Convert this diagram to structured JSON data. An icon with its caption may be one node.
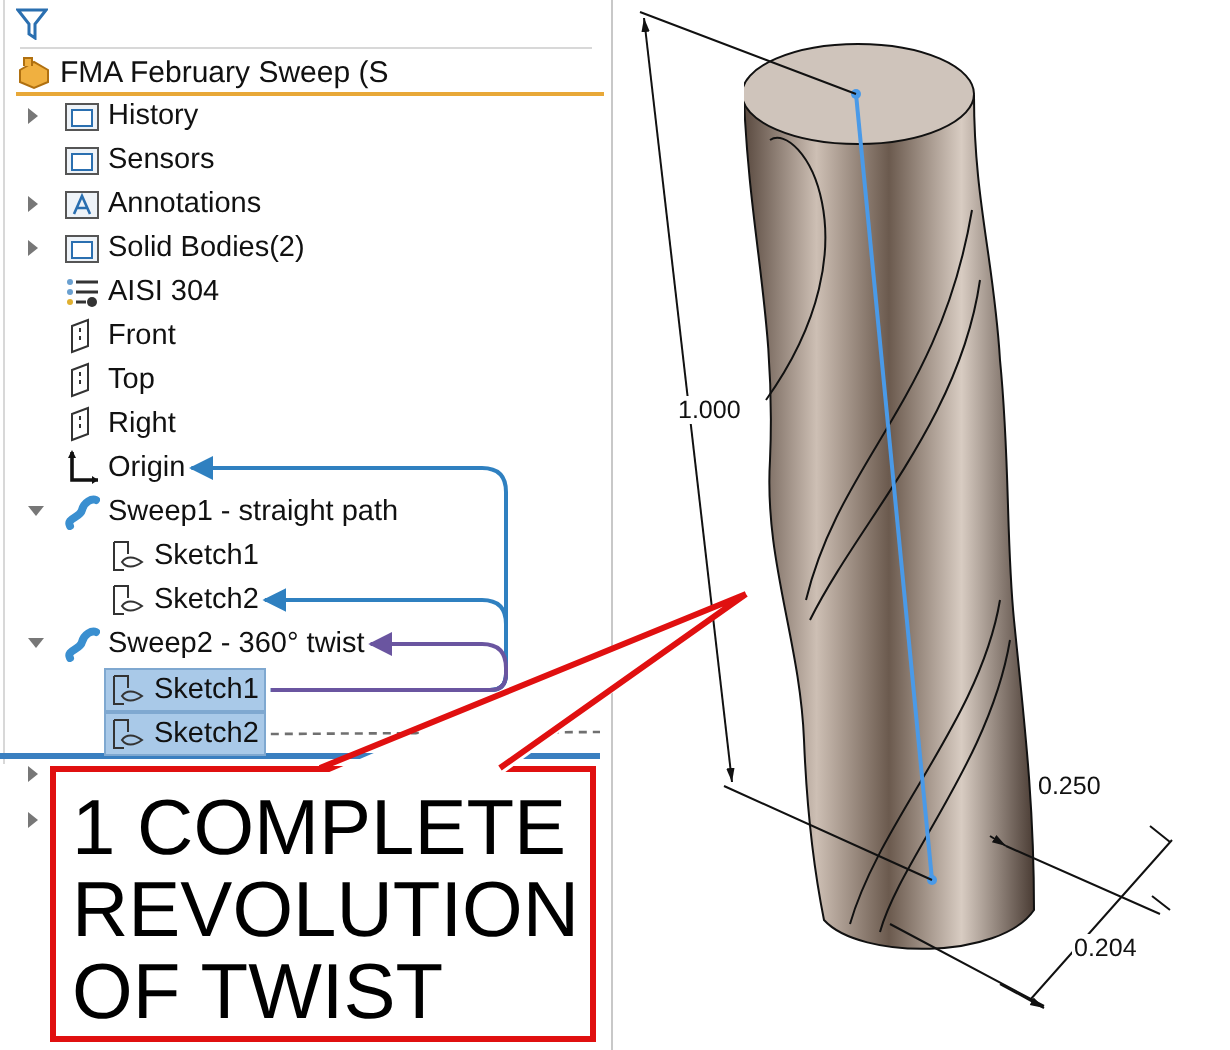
{
  "diagram": {
    "nodes": [
      {
        "text": [
          "FMA February Sweep (S"
        ]
      },
      {
        "text": [
          "History"
        ]
      },
      {
        "text": [
          "Sensors"
        ]
      },
      {
        "text": [
          "Annotations"
        ]
      },
      {
        "text": [
          "Solid Bodies(2)"
        ]
      },
      {
        "text": [
          "AISI 304"
        ]
      },
      {
        "text": [
          "Front"
        ]
      },
      {
        "text": [
          "Top"
        ]
      },
      {
        "text": [
          "Right"
        ]
      },
      {
        "text": [
          "Origin"
        ]
      },
      {
        "text": [
          "Sweep1 - straight path"
        ]
      },
      {
        "text": [
          "Sketch1"
        ]
      },
      {
        "text": [
          "Sketch2"
        ]
      },
      {
        "text": [
          "Sweep2 - 360° twist"
        ]
      },
      {
        "text": [
          "Sketch1"
        ]
      },
      {
        "text": [
          "Sketch2"
        ]
      },
      {
        "text": [
          "1 COMPLETE REVOLUTION OF TWIST"
        ]
      },
      {
        "text": [],
        "shape": "picture",
        "beside": [
          "1.000",
          "0.250",
          "0.204"
        ]
      }
    ],
    "edges": [
      {
        "from": 14,
        "to": 9,
        "arrow": "to"
      },
      {
        "from": 14,
        "to": 12,
        "arrow": "to"
      },
      {
        "from": 14,
        "to": 13,
        "arrow": "to",
        "color": "#6a55a0"
      },
      {
        "from": 15,
        "to": null,
        "arrow": "none",
        "style": "dashed",
        "color": "#707070"
      },
      {
        "from": 16,
        "to": 17,
        "arrow": "none",
        "color": "#e01010"
      }
    ]
  }
}
